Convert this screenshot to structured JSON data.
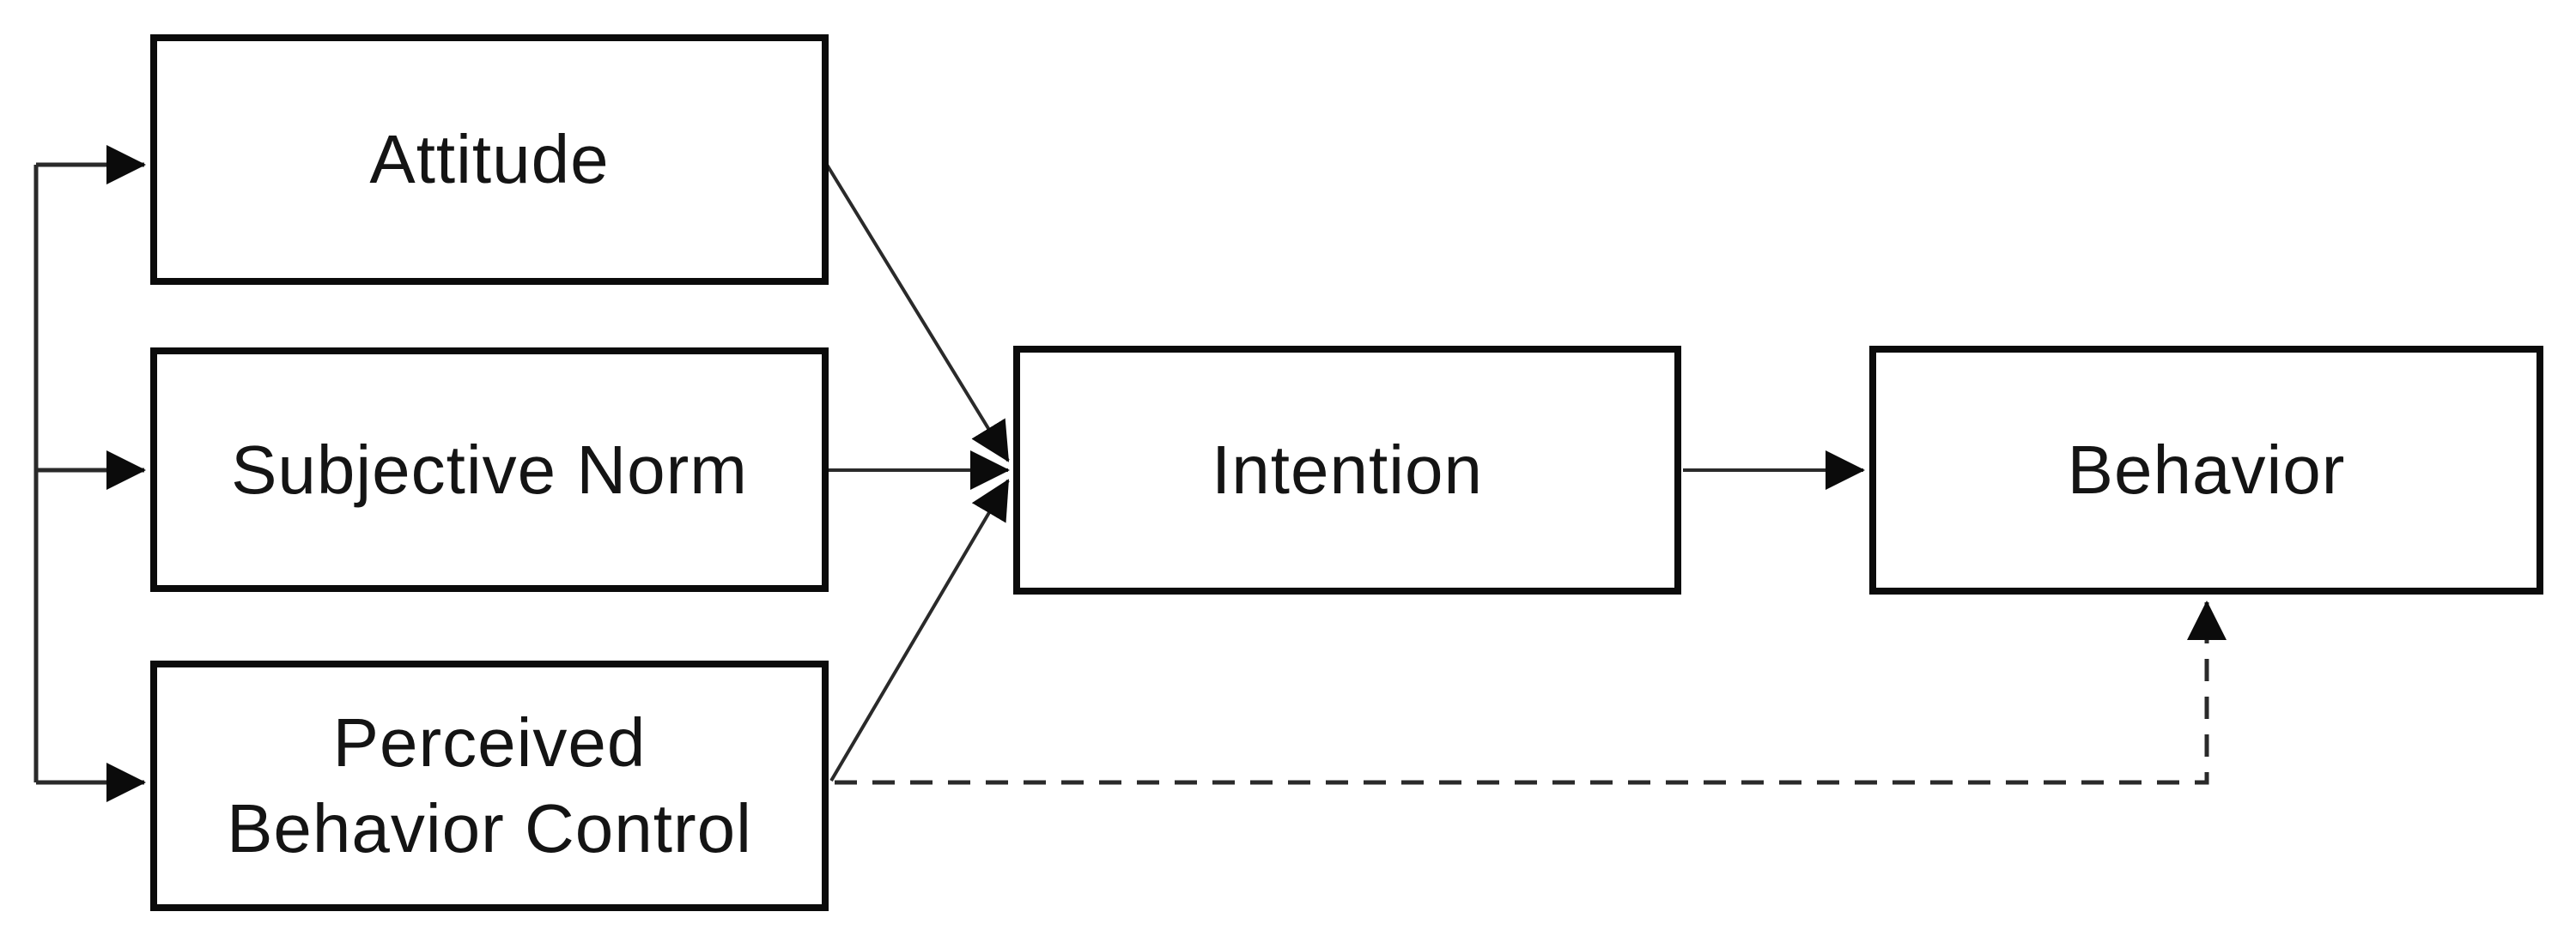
{
  "diagram": {
    "background_color": "#ffffff",
    "box_border_color": "#0b0b0b",
    "line_color": "#2a2a2a",
    "text_color": "#141414",
    "nodes": {
      "attitude": {
        "label": "Attitude"
      },
      "subjective_norm": {
        "label": "Subjective Norm"
      },
      "perceived_behavior_control": {
        "lines": [
          "Perceived",
          "Behavior Control"
        ]
      },
      "intention": {
        "label": "Intention"
      },
      "behavior": {
        "label": "Behavior"
      }
    },
    "edges": [
      {
        "id": "rail-to-attitude",
        "from": "left-rail",
        "to": "Attitude",
        "line": "solid",
        "arrowhead": "filled-triangle"
      },
      {
        "id": "rail-to-subjective-norm",
        "from": "left-rail",
        "to": "Subjective Norm",
        "line": "solid",
        "arrowhead": "filled-triangle"
      },
      {
        "id": "rail-to-perceived-behavior-control",
        "from": "left-rail",
        "to": "Perceived Behavior Control",
        "line": "solid",
        "arrowhead": "filled-triangle"
      },
      {
        "id": "attitude-to-intention",
        "from": "Attitude",
        "to": "Intention",
        "line": "solid",
        "arrowhead": "filled-triangle"
      },
      {
        "id": "subjective-norm-to-intention",
        "from": "Subjective Norm",
        "to": "Intention",
        "line": "solid",
        "arrowhead": "filled-triangle"
      },
      {
        "id": "perceived-behavior-control-to-intention",
        "from": "Perceived Behavior Control",
        "to": "Intention",
        "line": "solid",
        "arrowhead": "filled-triangle"
      },
      {
        "id": "intention-to-behavior",
        "from": "Intention",
        "to": "Behavior",
        "line": "solid",
        "arrowhead": "filled-triangle"
      },
      {
        "id": "perceived-behavior-control-to-behavior",
        "from": "Perceived Behavior Control",
        "to": "Behavior",
        "line": "dashed",
        "arrowhead": "filled-triangle"
      }
    ]
  }
}
